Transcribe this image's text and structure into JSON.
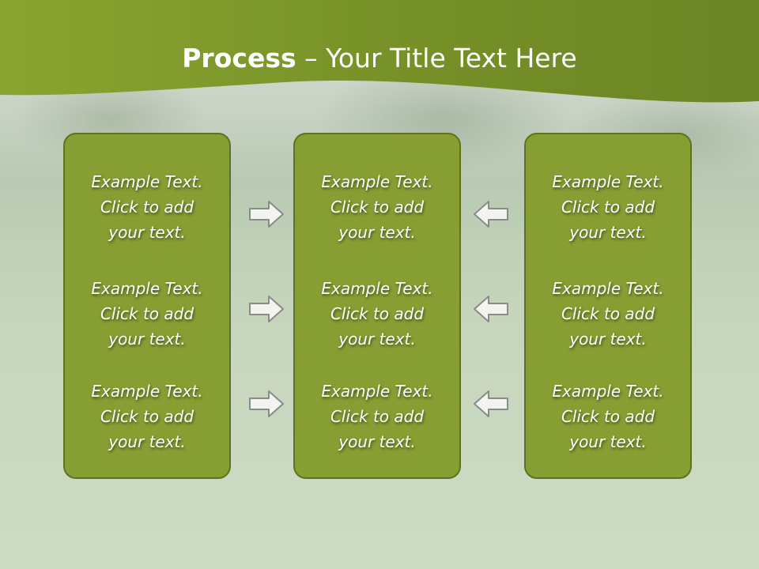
{
  "title": {
    "bold": "Process",
    "rest": " – Your Title Text Here"
  },
  "columns": [
    {
      "items": [
        {
          "line1": "Example Text.",
          "line2": "Click  to add",
          "line3": "your text."
        },
        {
          "line1": "Example Text.",
          "line2": "Click  to add",
          "line3": "your text."
        },
        {
          "line1": "Example Text.",
          "line2": "Click  to add",
          "line3": "your text."
        }
      ]
    },
    {
      "items": [
        {
          "line1": "Example Text.",
          "line2": "Click  to add",
          "line3": "your text."
        },
        {
          "line1": "Example Text.",
          "line2": "Click  to add",
          "line3": "your text."
        },
        {
          "line1": "Example Text.",
          "line2": "Click  to add",
          "line3": "your text."
        }
      ]
    },
    {
      "items": [
        {
          "line1": "Example Text.",
          "line2": "Click  to add",
          "line3": "your text."
        },
        {
          "line1": "Example Text.",
          "line2": "Click  to add",
          "line3": "your text."
        },
        {
          "line1": "Example Text.",
          "line2": "Click  to add",
          "line3": "your text."
        }
      ]
    }
  ],
  "arrows": {
    "left_group": "right-arrow-icon",
    "right_group": "left-arrow-icon"
  },
  "colors": {
    "header_green": "#7f9a2c",
    "box_fill": "#879e33",
    "box_border": "#5e7321",
    "text": "#ffffff"
  }
}
